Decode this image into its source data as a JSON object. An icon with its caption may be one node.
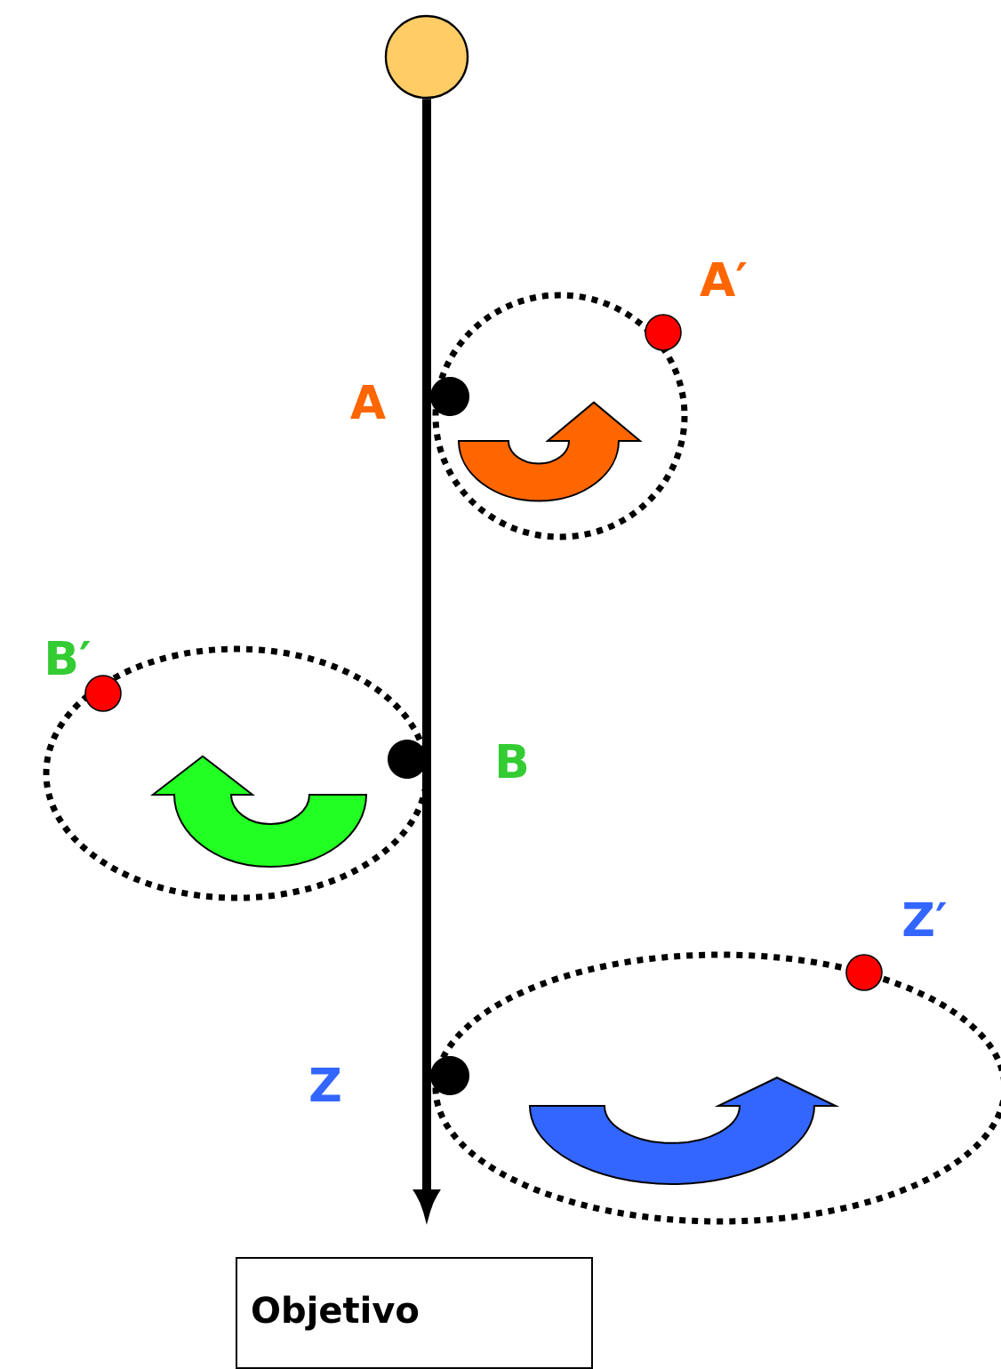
{
  "diagram": {
    "nodes": [
      {
        "text": [],
        "shape": "circle"
      },
      {
        "text": [
          "Objetivo"
        ]
      }
    ],
    "edges": [
      {
        "from": 0,
        "to": 1,
        "arrow": "to"
      }
    ],
    "labels": [
      "A",
      "A′",
      "B",
      "B′",
      "Z",
      "Z′"
    ]
  }
}
